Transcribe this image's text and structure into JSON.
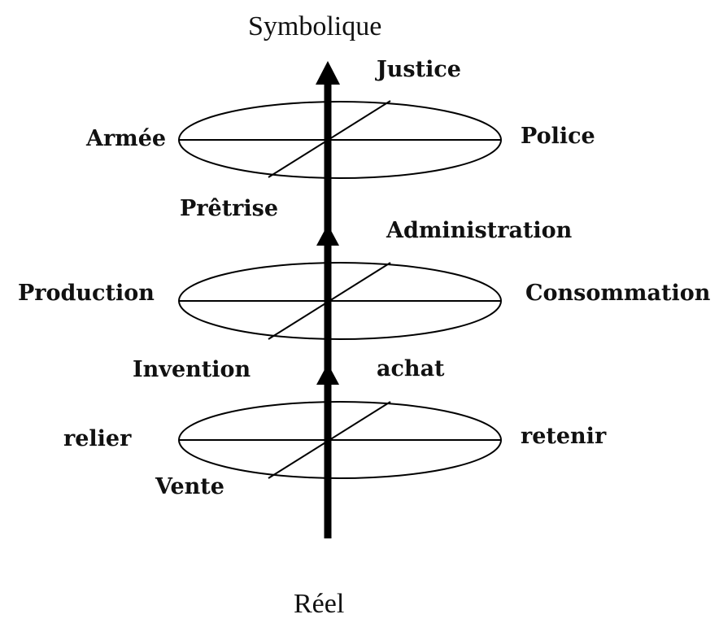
{
  "axis": {
    "top_label": "Symbolique",
    "bottom_label": "Réel"
  },
  "levels": [
    {
      "left": "Armée",
      "right": "Police",
      "upper_right": "Justice",
      "lower_left": "Prêtrise"
    },
    {
      "left": "Production",
      "right": "Consommation",
      "upper_right": "Administration",
      "lower_left": "Invention"
    },
    {
      "left": "relier",
      "right": "retenir",
      "upper_right": "achat",
      "lower_left": "Vente"
    }
  ],
  "colors": {
    "stroke": "#000000",
    "text": "#111111",
    "background": "#ffffff"
  }
}
